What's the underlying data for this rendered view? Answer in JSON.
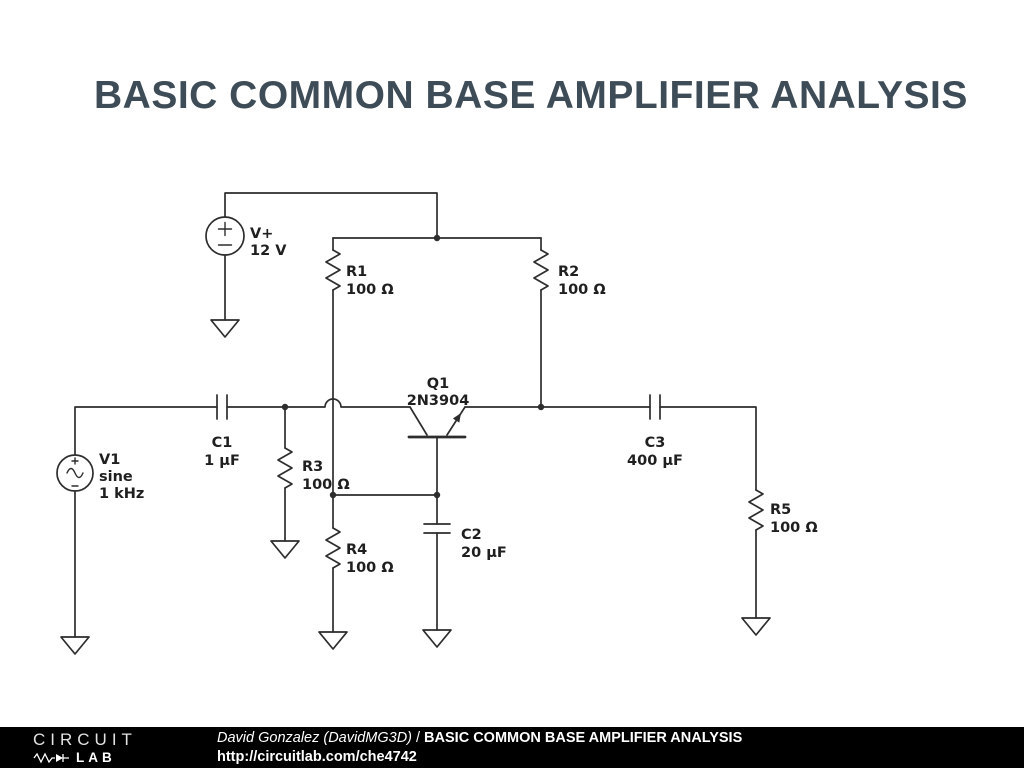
{
  "page": {
    "title": "BASIC COMMON BASE AMPLIFIER ANALYSIS"
  },
  "colors": {
    "wire": "#2d2d2d",
    "title_text": "#3d4c57",
    "footer_bg": "#000000",
    "footer_text": "#ffffff"
  },
  "components": {
    "vplus": {
      "name": "V+",
      "value": "12 V"
    },
    "v1": {
      "name": "V1",
      "wave": "sine",
      "freq": "1 kHz"
    },
    "r1": {
      "name": "R1",
      "value": "100 Ω"
    },
    "r2": {
      "name": "R2",
      "value": "100 Ω"
    },
    "r3": {
      "name": "R3",
      "value": "100 Ω"
    },
    "r4": {
      "name": "R4",
      "value": "100 Ω"
    },
    "r5": {
      "name": "R5",
      "value": "100 Ω"
    },
    "c1": {
      "name": "C1",
      "value": "1 µF"
    },
    "c2": {
      "name": "C2",
      "value": "20 µF"
    },
    "c3": {
      "name": "C3",
      "value": "400 µF"
    },
    "q1": {
      "name": "Q1",
      "value": "2N3904"
    }
  },
  "footer": {
    "logo_top": "CIRCUIT",
    "logo_bottom": "LAB",
    "author": "David Gonzalez (DavidMG3D)",
    "separator": "/",
    "doc_title": "BASIC COMMON BASE AMPLIFIER ANALYSIS",
    "url": "http://circuitlab.com/che4742"
  }
}
